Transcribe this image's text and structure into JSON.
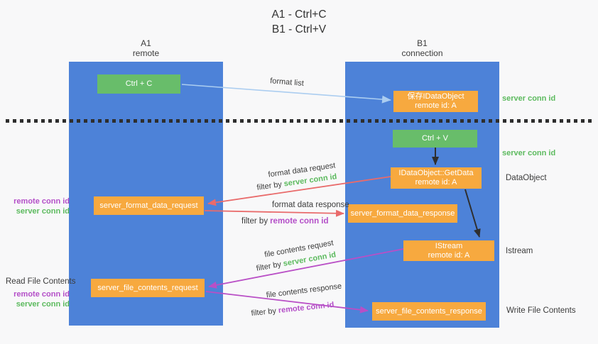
{
  "title": {
    "line1": "A1 - Ctrl+C",
    "line2": "B1 - Ctrl+V"
  },
  "lanes": {
    "left": {
      "id": "A1",
      "role": "remote"
    },
    "right": {
      "id": "B1",
      "role": "connection"
    }
  },
  "nodes": {
    "ctrl_c": {
      "label": "Ctrl + C"
    },
    "ctrl_v": {
      "label": "Ctrl + V"
    },
    "save_dataobject": {
      "line1": "保存IDataObject",
      "line2": "remote id: A"
    },
    "getdata": {
      "line1": "IDataObject::GetData",
      "line2": "remote id: A"
    },
    "istream": {
      "line1": "IStream",
      "line2": "remote id: A"
    },
    "format_request": {
      "label": "server_format_data_request"
    },
    "format_response": {
      "label": "server_format_data_response"
    },
    "file_request": {
      "label": "server_file_contents_request"
    },
    "file_response": {
      "label": "server_file_contents_response"
    }
  },
  "labels": {
    "format_list": "format list",
    "server_conn_id_top": "server conn id",
    "server_conn_id_mid": "server conn id",
    "dataobject": "DataObject",
    "istream": "Istream",
    "read_file_contents": "Read File Contents",
    "write_file_contents": "Write File Contents",
    "format_data_request": "format data request",
    "format_data_response": "format data response",
    "file_contents_request": "file contents request",
    "file_contents_response": "file contents response",
    "filter_by": "filter by",
    "server_conn_id": "server conn id",
    "remote_conn_id": "remote conn id"
  },
  "side_ids": {
    "remote": "remote conn id",
    "server": "server conn id"
  },
  "colors": {
    "lane_blue": "#4d82d8",
    "node_orange": "#f7a93f",
    "node_green": "#68bd6a",
    "arrow_red": "#e96b6b",
    "arrow_purple": "#b94fc6",
    "arrow_light_blue": "#abcdf0",
    "arrow_black": "#2f2f2f",
    "text_green": "#5cba5e",
    "text_purple": "#b44fc8",
    "text_dark": "#3c3c3c",
    "background": "#f8f8f9"
  }
}
